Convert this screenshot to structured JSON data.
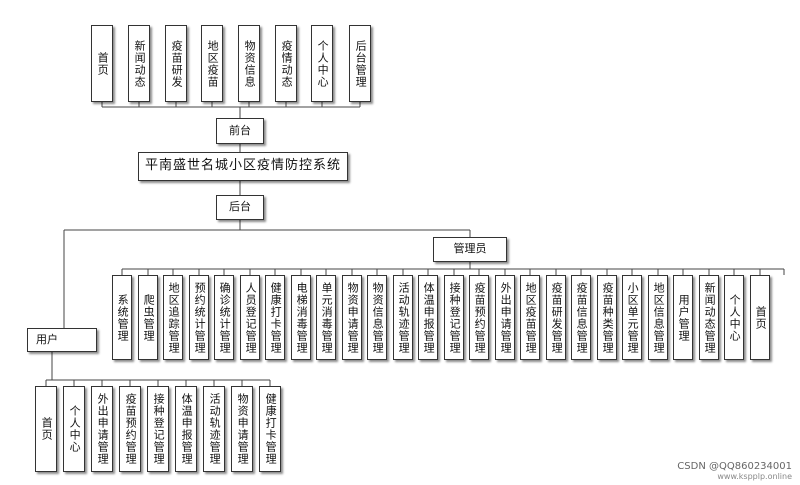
{
  "system_title": "平南盛世名城小区疫情防控系统",
  "frontend": {
    "label": "前台",
    "items": [
      "首页",
      "新闻动态",
      "疫苗研发",
      "地区疫苗",
      "物资信息",
      "疫情动态",
      "个人中心",
      "后台管理"
    ]
  },
  "backend": {
    "label": "后台"
  },
  "admin": {
    "label": "管理员",
    "items": [
      "系统管理",
      "爬虫管理",
      "地区追踪管理",
      "预约统计管理",
      "确诊统计管理",
      "人员登记管理",
      "健康打卡管理",
      "电梯消毒管理",
      "单元消毒管理",
      "物资申请管理",
      "物资信息管理",
      "活动轨迹管理",
      "体温申报管理",
      "接种登记管理",
      "疫苗预约管理",
      "外出申请管理",
      "地区疫苗管理",
      "疫苗研发管理",
      "疫苗信息管理",
      "疫苗种类管理",
      "小区单元管理",
      "地区信息管理",
      "用户管理",
      "新闻动态管理",
      "个人中心",
      "首页"
    ]
  },
  "user": {
    "label": "用户",
    "items": [
      "首页",
      "个人中心",
      "外出申请管理",
      "疫苗预约管理",
      "接种登记管理",
      "体温申报管理",
      "活动轨迹管理",
      "物资申请管理",
      "健康打卡管理"
    ]
  },
  "watermark": {
    "line1": "CSDN @QQ860234001",
    "line2": "www.kspplp.online"
  }
}
